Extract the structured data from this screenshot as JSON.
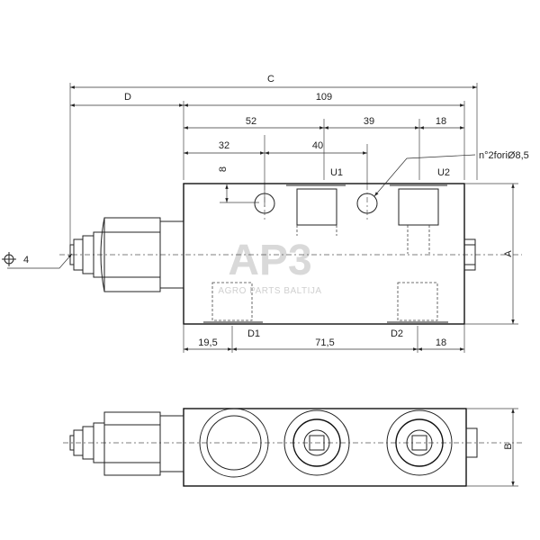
{
  "dimensions": {
    "c": "C",
    "d": "D",
    "total_109": "109",
    "d52": "52",
    "d39": "39",
    "d18_top": "18",
    "d32": "32",
    "d40": "40",
    "d8": "8",
    "d19_5": "19,5",
    "d71_5": "71,5",
    "d18_bottom": "18",
    "a": "A",
    "b": "B"
  },
  "ports": {
    "u1": "U1",
    "u2": "U2",
    "d1": "D1",
    "d2": "D2"
  },
  "notes": {
    "holes": "n°2foriØ8,5",
    "adjust": "4"
  },
  "watermark": {
    "logo": "AP3",
    "company": "AGRO PARTS BALTIJA"
  }
}
